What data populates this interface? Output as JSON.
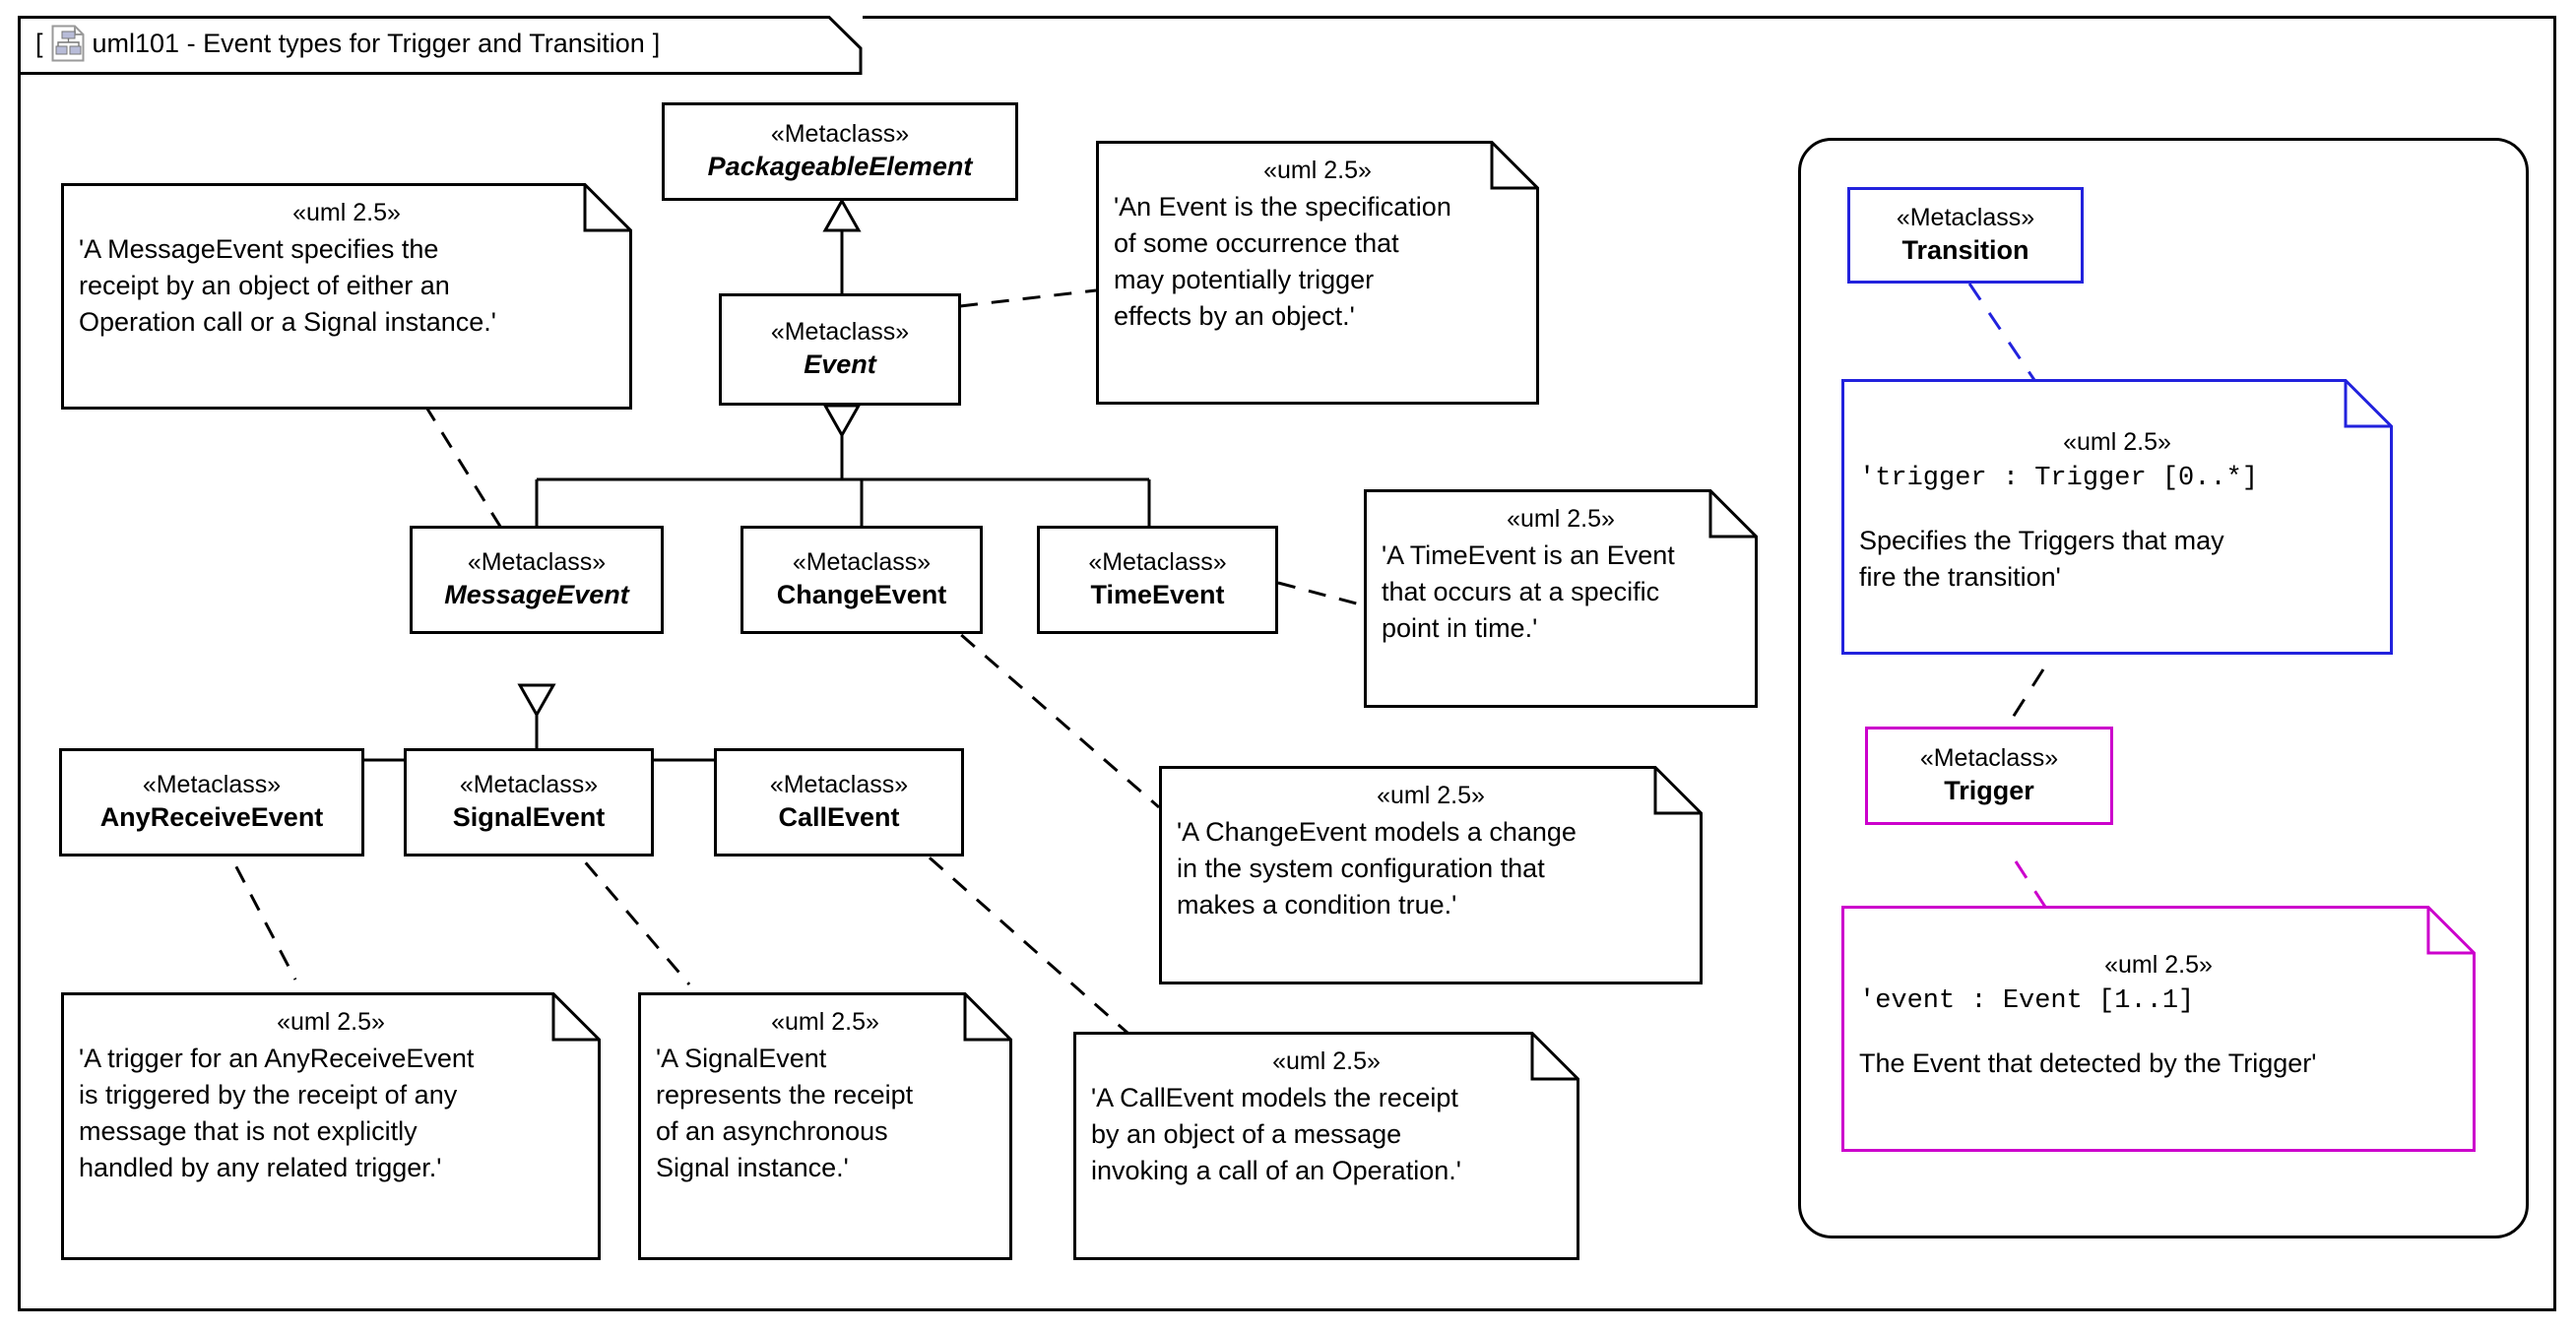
{
  "frame": {
    "bracket_open": "[",
    "bracket_close": "]",
    "title": "uml101 - Event types for Trigger and Transition",
    "icon": "class-diagram-icon"
  },
  "stereotypes": {
    "metaclass": "«Metaclass»",
    "uml25": "«uml 2.5»"
  },
  "classes": {
    "packageable_element": {
      "stereotype": "«Metaclass»",
      "name": "PackageableElement",
      "abstract": true,
      "color": "#000000"
    },
    "event": {
      "stereotype": "«Metaclass»",
      "name": "Event",
      "abstract": true,
      "color": "#000000"
    },
    "message_event": {
      "stereotype": "«Metaclass»",
      "name": "MessageEvent",
      "abstract": true,
      "color": "#000000"
    },
    "change_event": {
      "stereotype": "«Metaclass»",
      "name": "ChangeEvent",
      "abstract": false,
      "color": "#000000"
    },
    "time_event": {
      "stereotype": "«Metaclass»",
      "name": "TimeEvent",
      "abstract": false,
      "color": "#000000"
    },
    "any_receive_event": {
      "stereotype": "«Metaclass»",
      "name": "AnyReceiveEvent",
      "abstract": false,
      "color": "#000000"
    },
    "signal_event": {
      "stereotype": "«Metaclass»",
      "name": "SignalEvent",
      "abstract": false,
      "color": "#000000"
    },
    "call_event": {
      "stereotype": "«Metaclass»",
      "name": "CallEvent",
      "abstract": false,
      "color": "#000000"
    },
    "transition": {
      "stereotype": "«Metaclass»",
      "name": "Transition",
      "abstract": false,
      "color": "#2222dd"
    },
    "trigger": {
      "stereotype": "«Metaclass»",
      "name": "Trigger",
      "abstract": false,
      "color": "#cc00cc"
    }
  },
  "notes": {
    "message_event": {
      "stereotype": "«uml 2.5»",
      "text": "'A MessageEvent specifies the\nreceipt by an object of either an\nOperation call or a Signal instance.'"
    },
    "event": {
      "stereotype": "«uml 2.5»",
      "text": "'An Event is the specification\nof some occurrence that\nmay potentially trigger\neffects by an object.'"
    },
    "time_event": {
      "stereotype": "«uml 2.5»",
      "text": "'A TimeEvent is an Event\nthat occurs at a specific\npoint in time.'"
    },
    "change_event": {
      "stereotype": "«uml 2.5»",
      "text": "'A ChangeEvent models a change\nin the system configuration that\nmakes a condition true.'"
    },
    "any_receive_event": {
      "stereotype": "«uml 2.5»",
      "text": "'A trigger for an AnyReceiveEvent\nis triggered by the receipt of any\nmessage that is not explicitly\nhandled by any related trigger.'"
    },
    "signal_event": {
      "stereotype": "«uml 2.5»",
      "text": "'A SignalEvent\nrepresents the receipt\nof an asynchronous\nSignal instance.'"
    },
    "call_event": {
      "stereotype": "«uml 2.5»",
      "text": "'A CallEvent models the receipt\nby an object of a message\ninvoking a call of an Operation.'"
    },
    "transition": {
      "stereotype": "«uml 2.5»",
      "signature": "'trigger : Trigger [0..*]",
      "text": "Specifies the Triggers that may\nfire the transition'",
      "color": "#2222dd"
    },
    "trigger": {
      "stereotype": "«uml 2.5»",
      "signature": "'event : Event [1..1]",
      "text": "The Event that detected by the Trigger'",
      "color": "#cc00cc"
    }
  },
  "colors": {
    "line": "#000000",
    "blue": "#2222dd",
    "magenta": "#cc00cc",
    "background": "#ffffff"
  }
}
